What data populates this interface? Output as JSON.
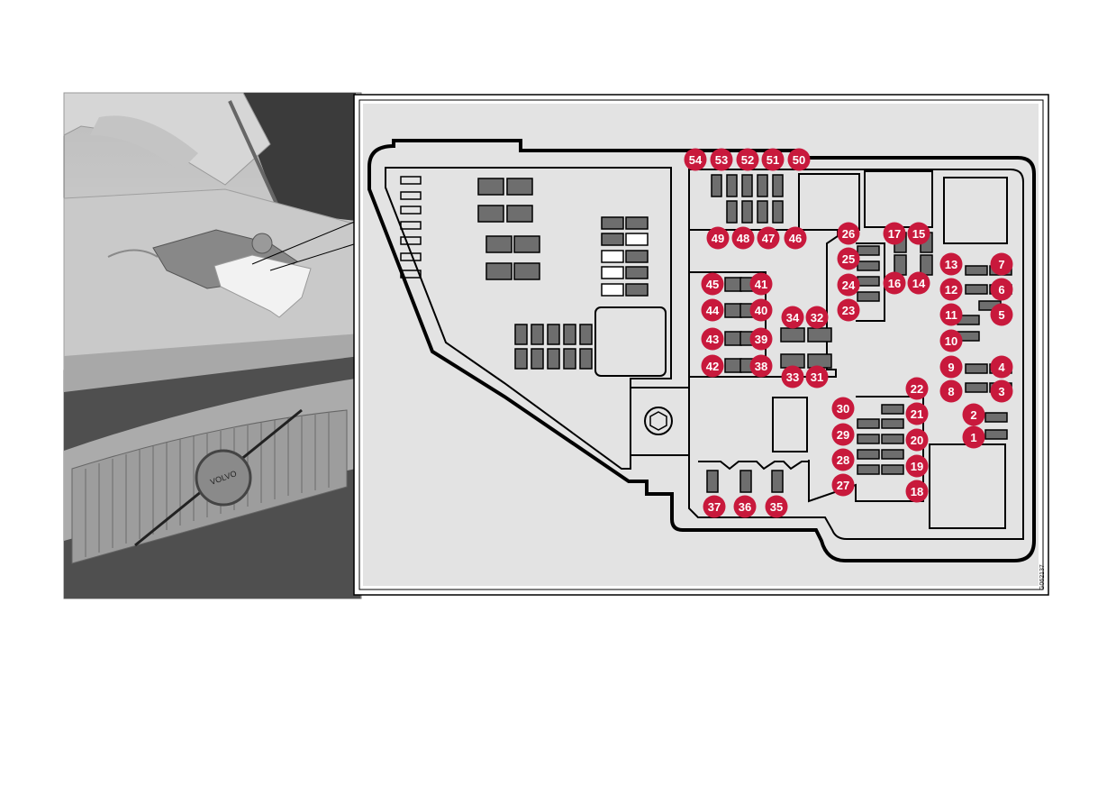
{
  "figure": {
    "code": "G062137",
    "logo_text": "VOLVO",
    "badge_color": "#c8193c",
    "fuse_color": "#6e6e6e",
    "panel_color": "#e3e3e3",
    "outline_color": "#000000"
  },
  "badges": [
    "1",
    "2",
    "3",
    "4",
    "5",
    "6",
    "7",
    "8",
    "9",
    "10",
    "11",
    "12",
    "13",
    "14",
    "15",
    "16",
    "17",
    "18",
    "19",
    "20",
    "21",
    "22",
    "23",
    "24",
    "25",
    "26",
    "27",
    "28",
    "29",
    "30",
    "31",
    "32",
    "33",
    "34",
    "35",
    "36",
    "37",
    "38",
    "39",
    "40",
    "41",
    "42",
    "43",
    "44",
    "45",
    "46",
    "47",
    "48",
    "49",
    "50",
    "51",
    "52",
    "53",
    "54"
  ]
}
